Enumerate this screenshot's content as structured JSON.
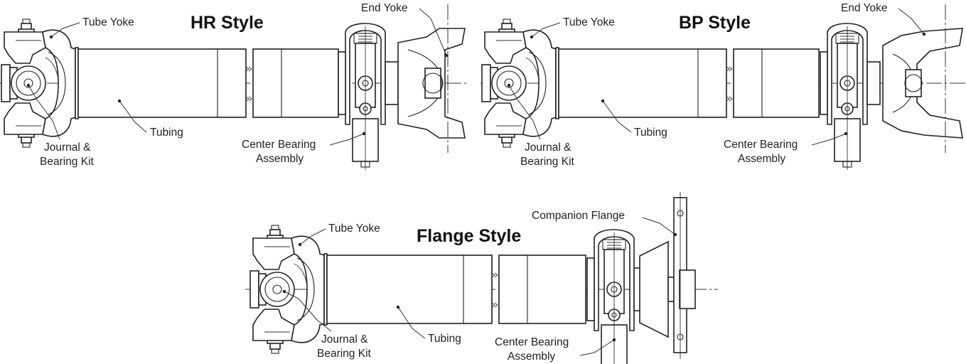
{
  "diagrams": [
    {
      "title": "HR Style",
      "labels": {
        "tube_yoke": "Tube Yoke",
        "end_yoke": "End Yoke",
        "journal_line1": "Journal &",
        "journal_line2": "Bearing Kit",
        "tubing": "Tubing",
        "center_line1": "Center Bearing",
        "center_line2": "Assembly"
      }
    },
    {
      "title": "BP Style",
      "labels": {
        "tube_yoke": "Tube Yoke",
        "end_yoke": "End Yoke",
        "journal_line1": "Journal &",
        "journal_line2": "Bearing Kit",
        "tubing": "Tubing",
        "center_line1": "Center Bearing",
        "center_line2": "Assembly"
      }
    },
    {
      "title": "Flange Style",
      "labels": {
        "tube_yoke": "Tube Yoke",
        "companion_flange": "Companion Flange",
        "journal_line1": "Journal &",
        "journal_line2": "Bearing Kit",
        "tubing": "Tubing",
        "center_line1": "Center Bearing",
        "center_line2": "Assembly"
      }
    }
  ]
}
